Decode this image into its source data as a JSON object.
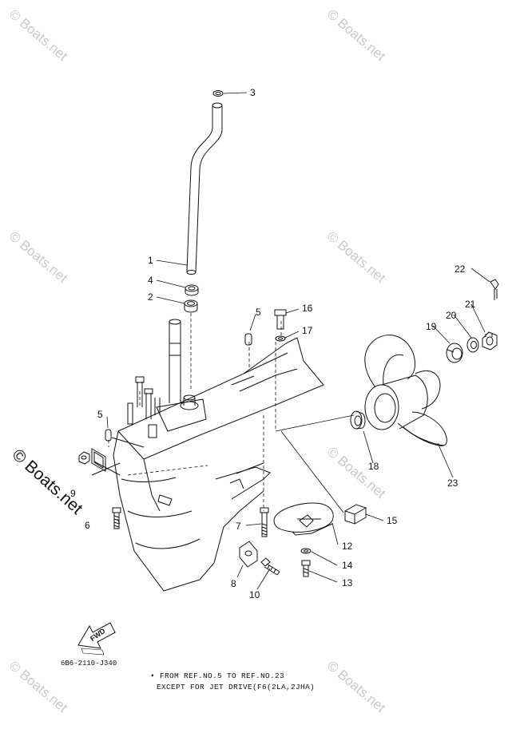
{
  "watermark": "© Boats.net",
  "callouts": {
    "c1": "1",
    "c2": "2",
    "c3": "3",
    "c4": "4",
    "c5a": "5",
    "c5b": "5",
    "c6": "6",
    "c7": "7",
    "c8": "8",
    "c9": "9",
    "c10": "10",
    "c12": "12",
    "c13": "13",
    "c14": "14",
    "c15": "15",
    "c16": "16",
    "c17": "17",
    "c18": "18",
    "c19": "19",
    "c20": "20",
    "c21": "21",
    "c22": "22",
    "c23": "23"
  },
  "fwd_label": "FWD",
  "drawing_number": "6B6-2110-J340",
  "footnotes": {
    "line1": "• FROM REF.NO.5   TO REF.NO.23",
    "line2": "EXCEPT FOR JET DRIVE(F6(2LA,2JHA)"
  },
  "colors": {
    "line": "#111111",
    "watermark": "#c9c9c9",
    "background": "#ffffff"
  }
}
